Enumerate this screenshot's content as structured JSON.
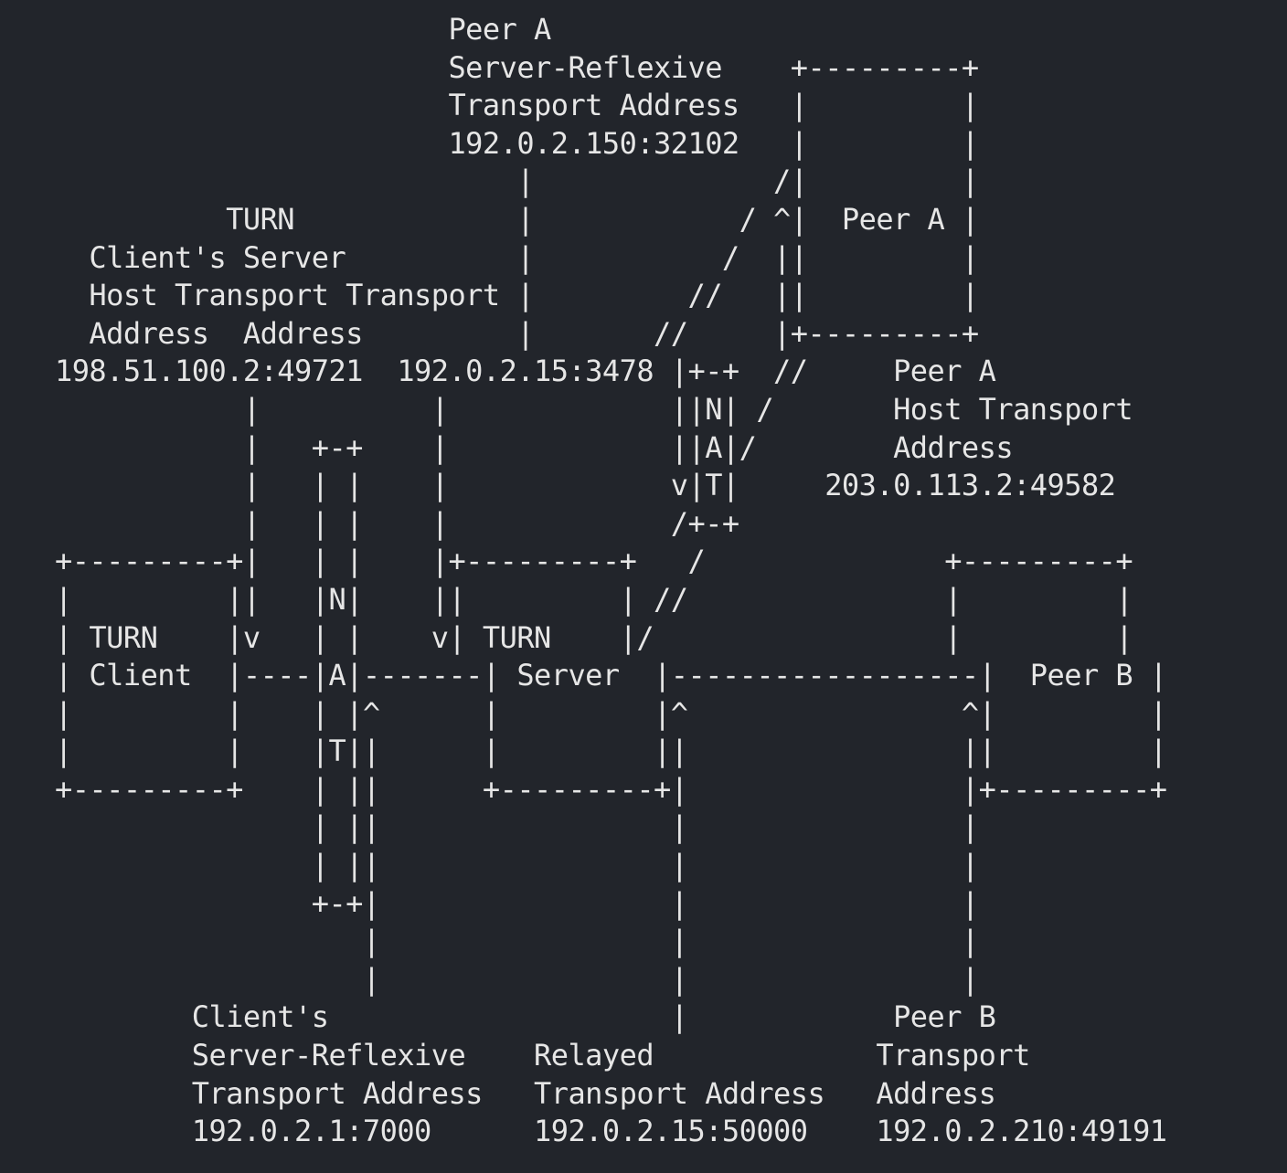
{
  "diagram": {
    "lines": [
      "                       Peer A",
      "                       Server-Reflexive    +---------+",
      "                       Transport Address   |         |",
      "                       192.0.2.150:32102   |         |",
      "                           |              /|         |",
      "          TURN             |            / ^|  Peer A |",
      "  Client's Server          |           /  ||         |",
      "  Host Transport Transport |         //   ||         |",
      "  Address  Address         |       //     |+---------+",
      "198.51.100.2:49721  192.0.2.15:3478 |+-+  //     Peer A",
      "           |          |             ||N| /       Host Transport",
      "           |   +-+    |             ||A|/        Address",
      "           |   | |    |             v|T|     203.0.113.2:49582",
      "           |   | |    |             /+-+",
      "+---------+|   | |    |+---------+   /              +---------+",
      "|         ||   |N|    ||         | //               |         |",
      "| TURN    |v   | |    v| TURN    |/                 |         |",
      "| Client  |----|A|-------| Server  |------------------|  Peer B |",
      "|         |    | |^      |         |^                ^|         |",
      "|         |    |T||      |         ||                ||         |",
      "+---------+    | ||      +---------+|                |+---------+",
      "               | ||                 |                |",
      "               | ||                 |                |",
      "               +-+|                 |                |",
      "                  |                 |                |",
      "                  |                 |                |",
      "        Client's                    |            Peer B",
      "        Server-Reflexive    Relayed             Transport",
      "        Transport Address   Transport Address   Address",
      "        192.0.2.1:7000      192.0.2.15:50000    192.0.2.210:49191"
    ]
  }
}
